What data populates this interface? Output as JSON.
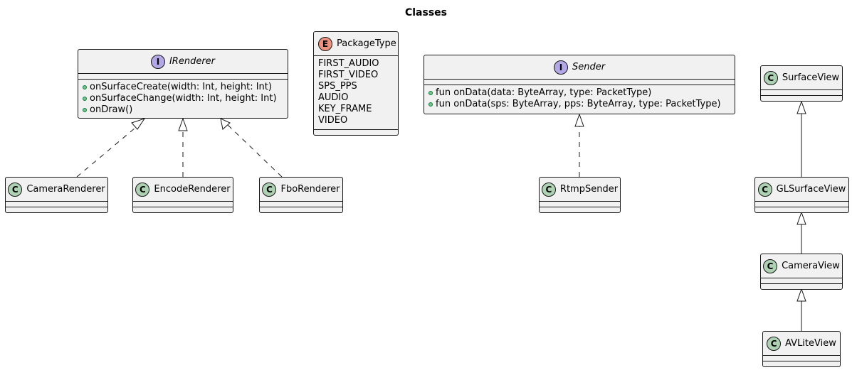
{
  "diagram": {
    "title": "Classes",
    "classes": {
      "irenderer": {
        "name": "IRenderer",
        "kind": "I",
        "methods": [
          "onSurfaceCreate(width: Int, height: Int)",
          "onSurfaceChange(width: Int, height: Int)",
          "onDraw()"
        ]
      },
      "package_type": {
        "name": "PackageType",
        "kind": "E",
        "values": [
          "FIRST_AUDIO",
          "FIRST_VIDEO",
          "SPS_PPS",
          "AUDIO",
          "KEY_FRAME",
          "VIDEO"
        ]
      },
      "sender": {
        "name": "Sender",
        "kind": "I",
        "methods": [
          "fun onData(data: ByteArray, type: PacketType)",
          "fun onData(sps: ByteArray, pps: ByteArray, type: PacketType)"
        ]
      },
      "camera_renderer": {
        "name": "CameraRenderer",
        "kind": "C"
      },
      "encode_renderer": {
        "name": "EncodeRenderer",
        "kind": "C"
      },
      "fbo_renderer": {
        "name": "FboRenderer",
        "kind": "C"
      },
      "rtmp_sender": {
        "name": "RtmpSender",
        "kind": "C"
      },
      "surface_view": {
        "name": "SurfaceView",
        "kind": "C"
      },
      "gl_surface_view": {
        "name": "GLSurfaceView",
        "kind": "C"
      },
      "camera_view": {
        "name": "CameraView",
        "kind": "C"
      },
      "av_lite_view": {
        "name": "AVLiteView",
        "kind": "C"
      }
    },
    "relations": [
      {
        "from": "CameraRenderer",
        "to": "IRenderer",
        "type": "implements"
      },
      {
        "from": "EncodeRenderer",
        "to": "IRenderer",
        "type": "implements"
      },
      {
        "from": "FboRenderer",
        "to": "IRenderer",
        "type": "implements"
      },
      {
        "from": "RtmpSender",
        "to": "Sender",
        "type": "implements"
      },
      {
        "from": "GLSurfaceView",
        "to": "SurfaceView",
        "type": "extends"
      },
      {
        "from": "CameraView",
        "to": "GLSurfaceView",
        "type": "extends"
      },
      {
        "from": "AVLiteView",
        "to": "CameraView",
        "type": "extends"
      }
    ],
    "colors": {
      "box_fill": "#f1f1f1",
      "border": "#181818",
      "class_badge": "#add1b2",
      "interface_badge": "#b4a7e5",
      "enum_badge": "#eb937f",
      "public_dot": "#84be84"
    }
  }
}
